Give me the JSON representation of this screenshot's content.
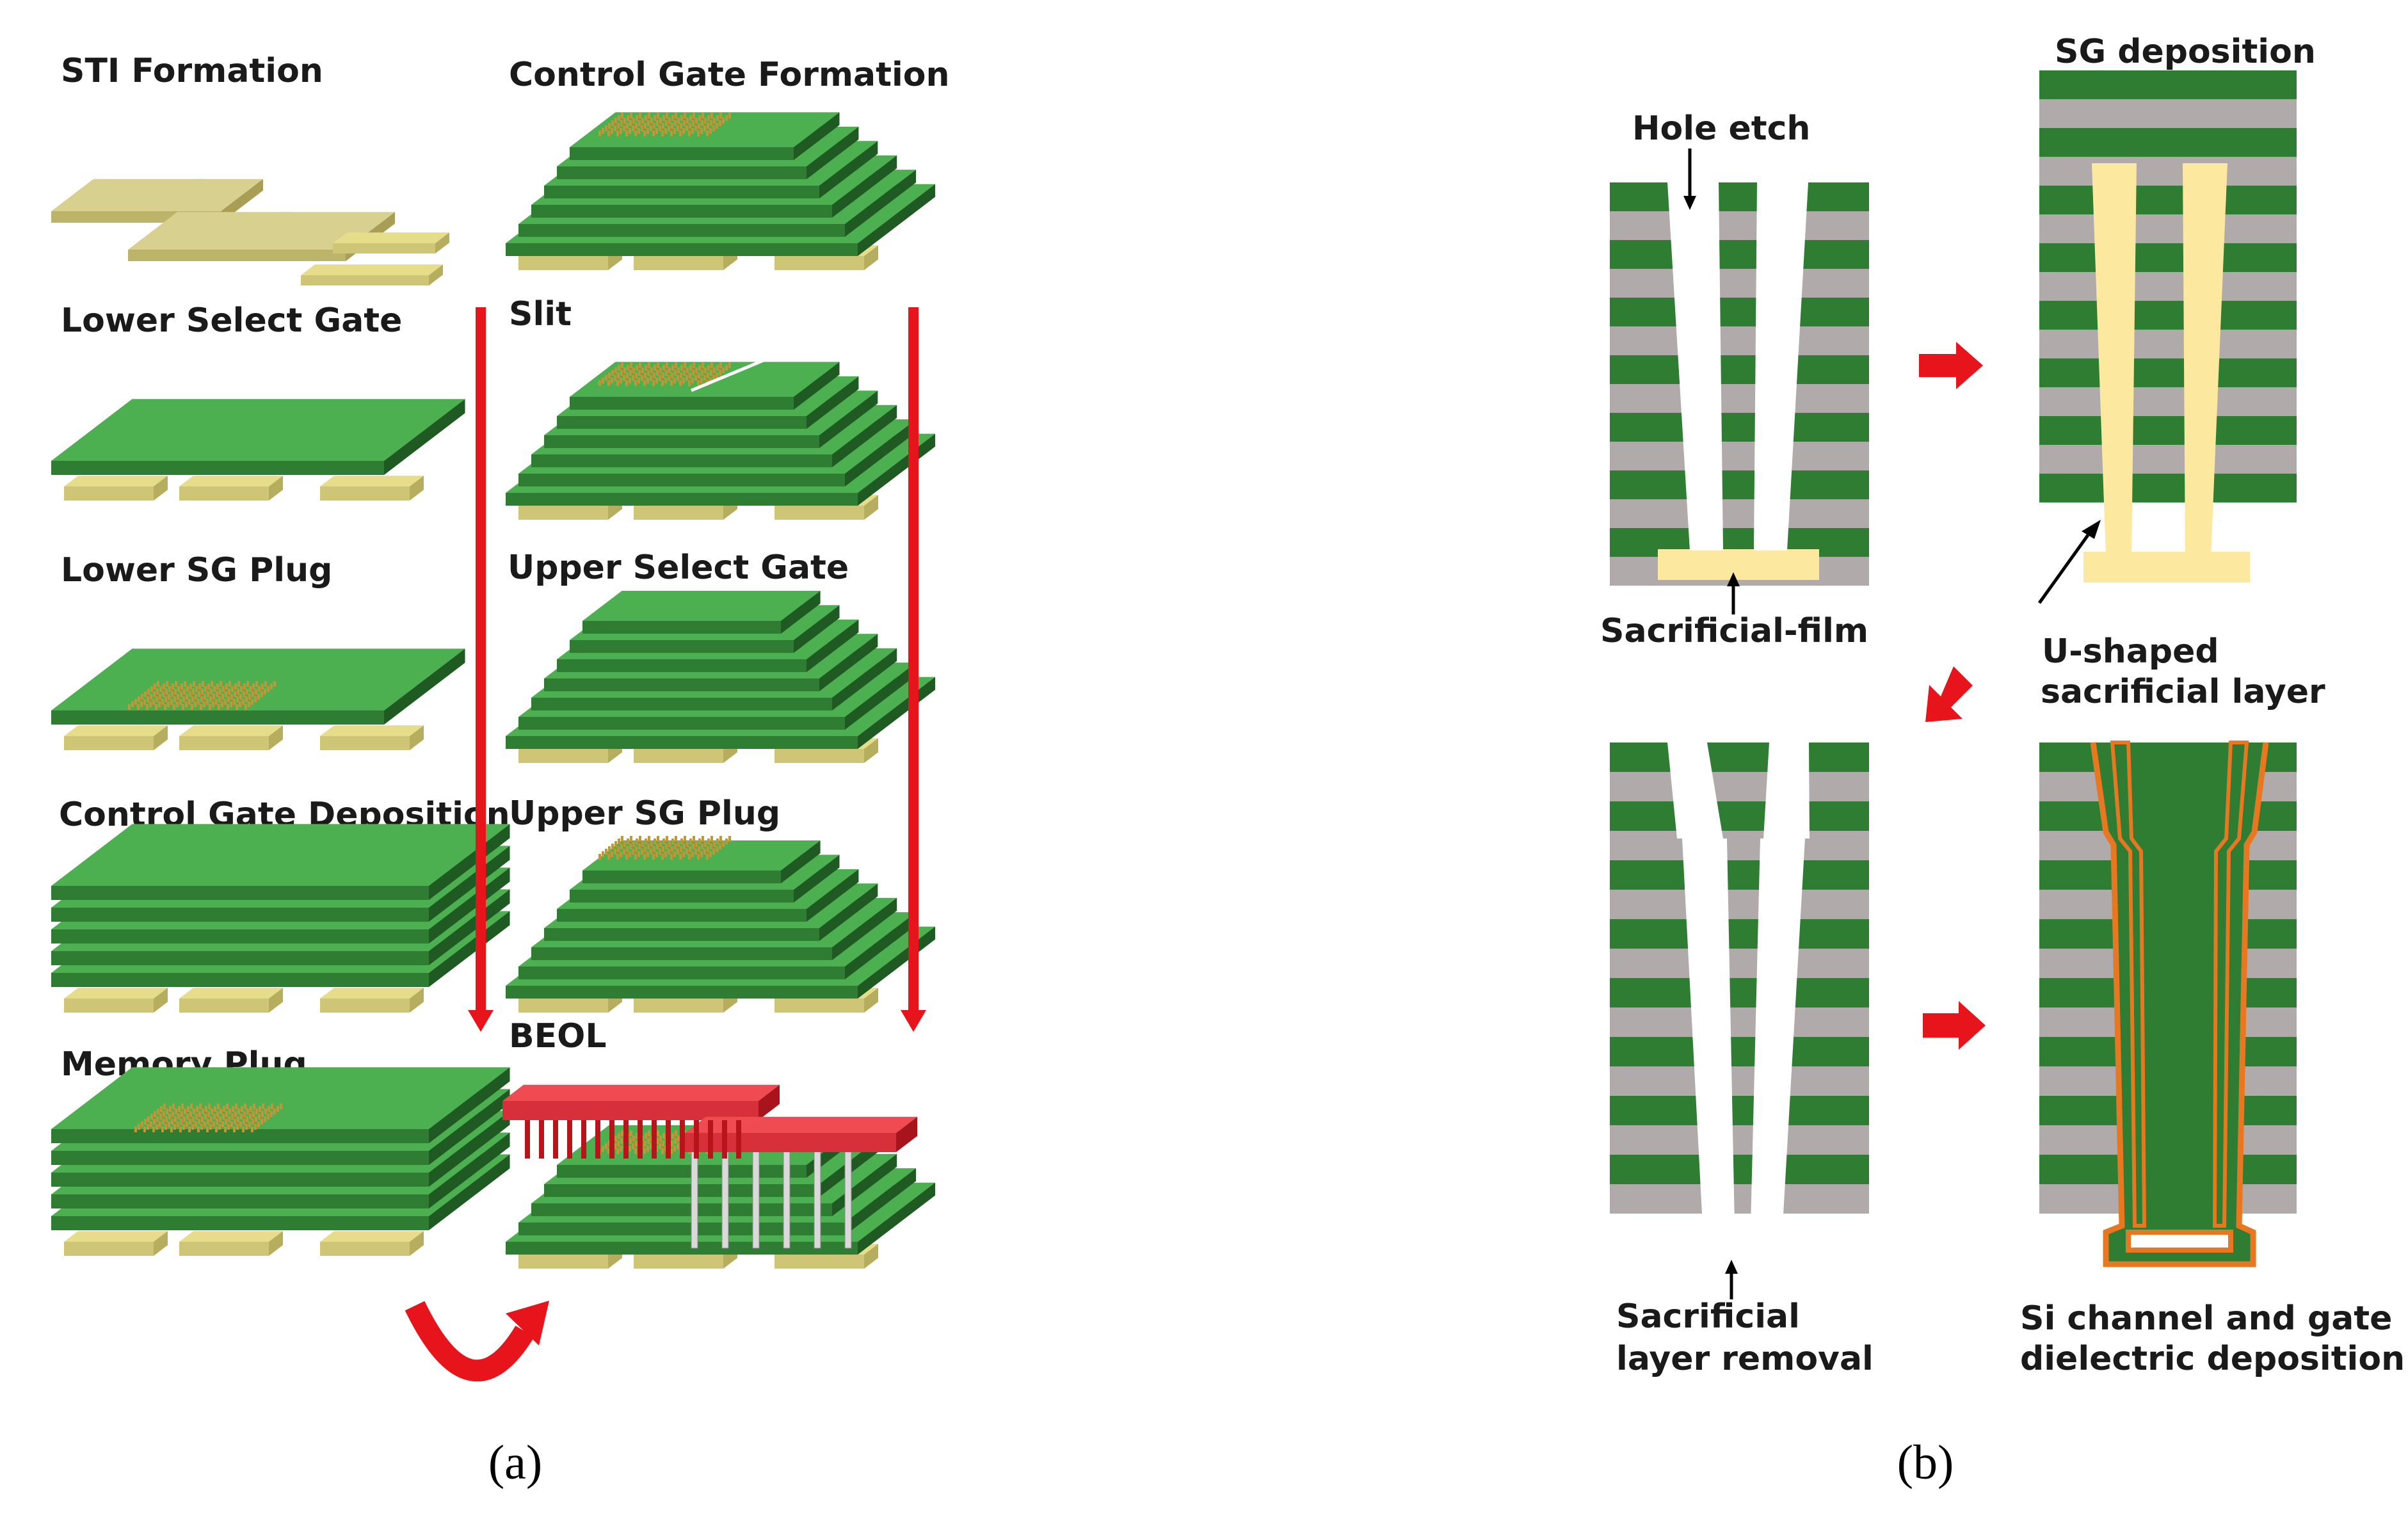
{
  "colors": {
    "green": "#2e7d32",
    "green_dark": "#1f5a22",
    "green_light": "#4caf50",
    "gray": "#b0aaaa",
    "yellow_sti": "#c9c27a",
    "yellow_film": "#fde8a0",
    "red": "#e8141b",
    "orange": "#e87722",
    "metal_red": "#d8303a"
  },
  "panel_a": {
    "caption": "(a)",
    "left_steps": [
      {
        "label": "STI Formation",
        "kind": "sti"
      },
      {
        "label": "Lower Select Gate",
        "kind": "plate"
      },
      {
        "label": "Lower SG Plug",
        "kind": "plug"
      },
      {
        "label": "Control Gate Deposition",
        "kind": "stack"
      },
      {
        "label": "Memory Plug",
        "kind": "stack-plug"
      }
    ],
    "right_steps": [
      {
        "label": "Control Gate Formation",
        "kind": "stair-plug"
      },
      {
        "label": "Slit",
        "kind": "stair-slit"
      },
      {
        "label": "Upper Select Gate",
        "kind": "stair-usg"
      },
      {
        "label": "Upper SG Plug",
        "kind": "stair-plug"
      },
      {
        "label": "BEOL",
        "kind": "beol"
      }
    ]
  },
  "panel_b": {
    "caption": "(b)",
    "labels": {
      "hole_etch": "Hole etch",
      "sacrificial_film": "Sacrificial-film",
      "sg_deposition": "SG deposition",
      "u_shaped_1": "U-shaped",
      "u_shaped_2": "sacrificial layer",
      "removal_1": "Sacrificial",
      "removal_2": "layer removal",
      "channel_1": "Si channel and gate",
      "channel_2": "dielectric deposition"
    }
  }
}
